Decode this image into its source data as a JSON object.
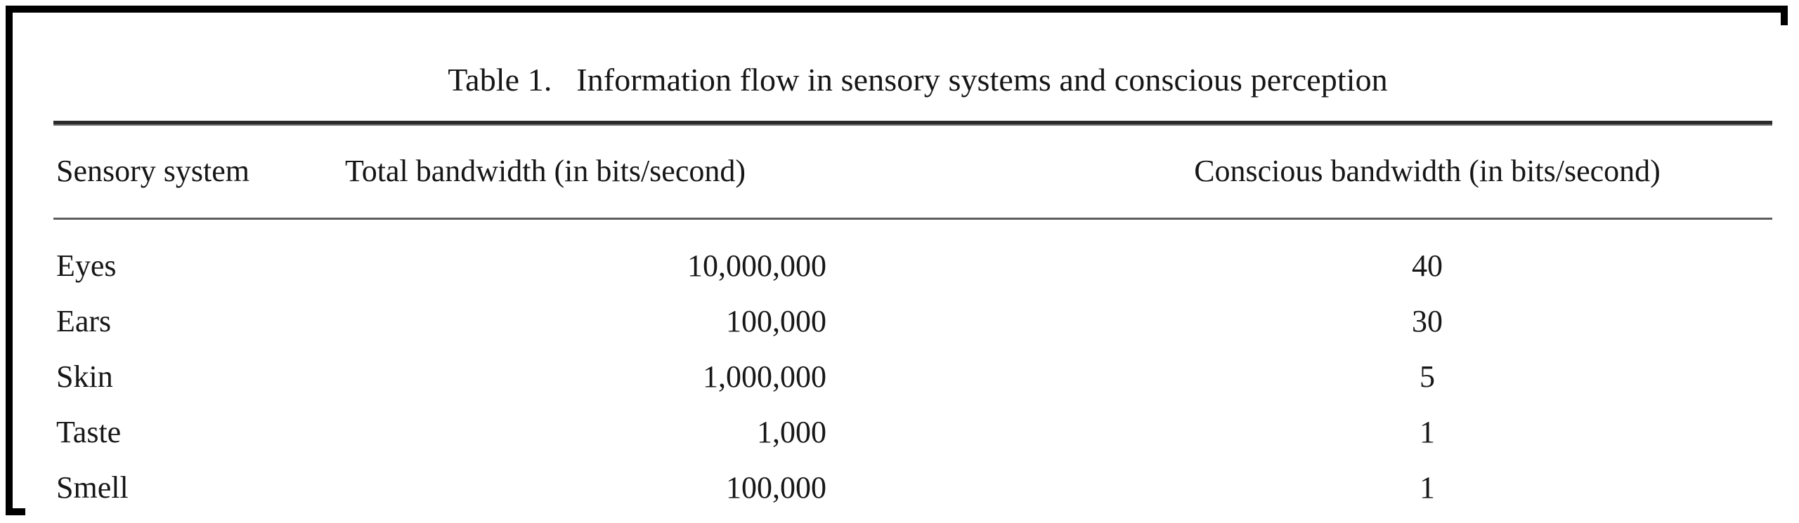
{
  "figure": {
    "caption_label": "Table 1.",
    "caption_text": "Information flow in sensory systems and conscious perception",
    "caption_full": "Table 1.   Information flow in sensory systems and conscious perception"
  },
  "table": {
    "columns": [
      {
        "key": "sensory_system",
        "label": "Sensory system",
        "align": "left"
      },
      {
        "key": "total_bandwidth",
        "label": "Total bandwidth (in bits/second)",
        "align": "right"
      },
      {
        "key": "conscious_bandwidth",
        "label": "Conscious bandwidth (in bits/second)",
        "align": "center"
      }
    ],
    "rows": [
      {
        "sensory_system": "Eyes",
        "total_bandwidth": "10,000,000",
        "conscious_bandwidth": "40"
      },
      {
        "sensory_system": "Ears",
        "total_bandwidth": "100,000",
        "conscious_bandwidth": "30"
      },
      {
        "sensory_system": "Skin",
        "total_bandwidth": "1,000,000",
        "conscious_bandwidth": "5"
      },
      {
        "sensory_system": "Taste",
        "total_bandwidth": "1,000",
        "conscious_bandwidth": "1"
      },
      {
        "sensory_system": "Smell",
        "total_bandwidth": "100,000",
        "conscious_bandwidth": "1"
      }
    ]
  },
  "chart_data": {
    "type": "table",
    "title": "Information flow in sensory systems and conscious perception",
    "columns": [
      "Sensory system",
      "Total bandwidth (in bits/second)",
      "Conscious bandwidth (in bits/second)"
    ],
    "categories": [
      "Eyes",
      "Ears",
      "Skin",
      "Taste",
      "Smell"
    ],
    "series": [
      {
        "name": "Total bandwidth (in bits/second)",
        "values": [
          10000000,
          100000,
          1000000,
          1000,
          100000
        ]
      },
      {
        "name": "Conscious bandwidth (in bits/second)",
        "values": [
          40,
          30,
          5,
          1,
          1
        ]
      }
    ]
  },
  "style": {
    "frame_color": "#000000",
    "rule_color": "#2b2b2b",
    "thin_rule_color": "#5d5d5d",
    "text_color": "#161616",
    "background": "#ffffff"
  }
}
